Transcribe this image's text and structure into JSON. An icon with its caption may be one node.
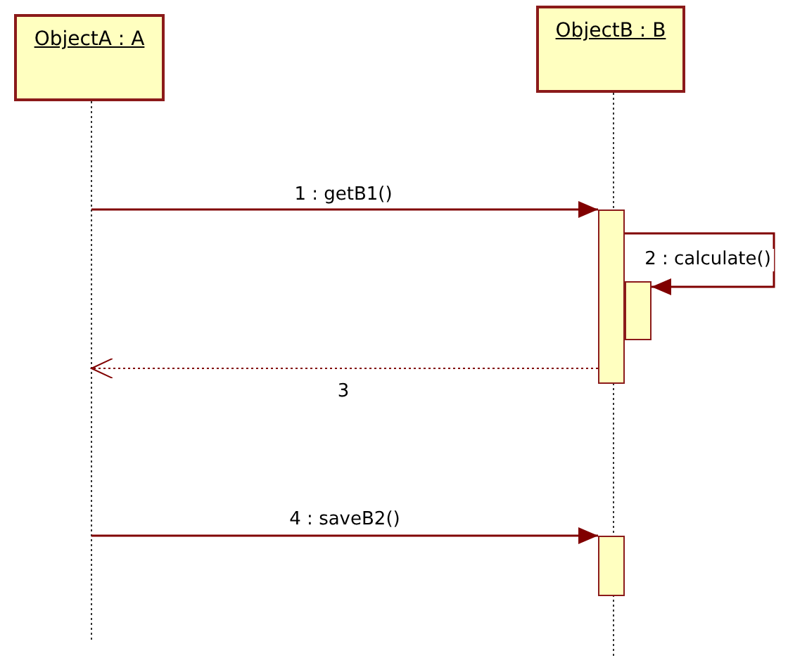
{
  "diagram": {
    "nodes": [
      {
        "text": [
          "ObjectA : A"
        ]
      },
      {
        "text": [
          "ObjectB : B"
        ]
      },
      {
        "text": [],
        "shape": "bar"
      },
      {
        "text": [],
        "shape": "bar"
      },
      {
        "text": [],
        "shape": "bar"
      }
    ],
    "edges": [
      {
        "from": 0,
        "to": null,
        "arrow": "none",
        "style": "dashed",
        "color": "#333333"
      },
      {
        "from": 1,
        "to": null,
        "arrow": "none",
        "style": "dashed",
        "color": "#333333"
      },
      {
        "from": null,
        "to": 2,
        "arrow": "to",
        "label": "1 : getB1()"
      },
      {
        "from": 2,
        "to": 3,
        "arrow": "to",
        "label": "2 : calculate()"
      },
      {
        "from": 2,
        "to": null,
        "arrow": "to",
        "style": "dashed",
        "label": "3"
      },
      {
        "from": null,
        "to": 4,
        "arrow": "to",
        "label": "4 : saveB2()"
      }
    ]
  }
}
